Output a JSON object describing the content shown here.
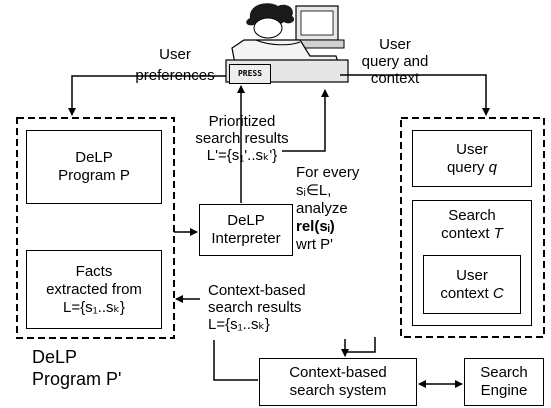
{
  "labels": {
    "user_preferences": [
      "User",
      "preferences"
    ],
    "user_query_context": [
      "User",
      "query and",
      "context"
    ],
    "prioritized": [
      "Prioritized",
      "search results"
    ],
    "prioritized_set": "L'={s₁'..sₖ'}",
    "for_every": [
      "For every",
      "sᵢ∈L,",
      "analyze"
    ],
    "rel": "rel(sᵢ)",
    "wrt": "wrt P'",
    "context_based_results": [
      "Context-based",
      "search results"
    ],
    "results_set": "L={s₁..sₖ}",
    "delp_program_p_prime": [
      "DeLP",
      "Program P'"
    ]
  },
  "boxes": {
    "delp_program_p": [
      "DeLP",
      "Program P"
    ],
    "facts": [
      "Facts",
      "extracted from",
      "L={s₁..sₖ}"
    ],
    "interpreter": [
      "DeLP",
      "Interpreter"
    ],
    "user_query": [
      "User",
      "query "
    ],
    "user_query_var": "q",
    "search_context": [
      "Search",
      "context "
    ],
    "search_context_var": "T",
    "user_context": [
      "User",
      "context "
    ],
    "user_context_var": "C",
    "context_search_system": [
      "Context-based",
      "search system"
    ],
    "search_engine": [
      "Search",
      "Engine"
    ]
  },
  "figure": {
    "press_sign": "PRESS"
  }
}
